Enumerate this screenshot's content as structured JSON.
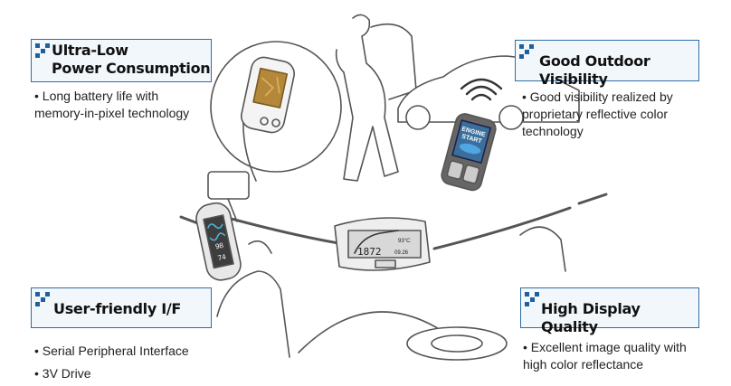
{
  "features": [
    {
      "title_line1": "Ultra-Low",
      "title_line2": "Power Consumption",
      "bullets": [
        "• Long battery life with",
        "memory-in-pixel technology"
      ]
    },
    {
      "title": "Good Outdoor Visibility",
      "bullets": [
        "• Good visibility realized by",
        "proprietary reflective color",
        "technology"
      ]
    },
    {
      "title": "User-friendly I/F",
      "bullets": [
        "• Serial Peripheral Interface",
        "• 3V Drive"
      ]
    },
    {
      "title": "High Display Quality",
      "bullets": [
        "• Excellent image quality with",
        "high color reflectance"
      ]
    }
  ],
  "illustration": {
    "remote_label_1": "ENGINE",
    "remote_label_2": "START",
    "oximeter_value_1": "98",
    "oximeter_value_2": "74",
    "meter_speed": "1872",
    "meter_temp": "93°C",
    "meter_date": "09.26"
  },
  "colors": {
    "accent": "#2f6da7",
    "box_bg": "#f2f7fc"
  }
}
